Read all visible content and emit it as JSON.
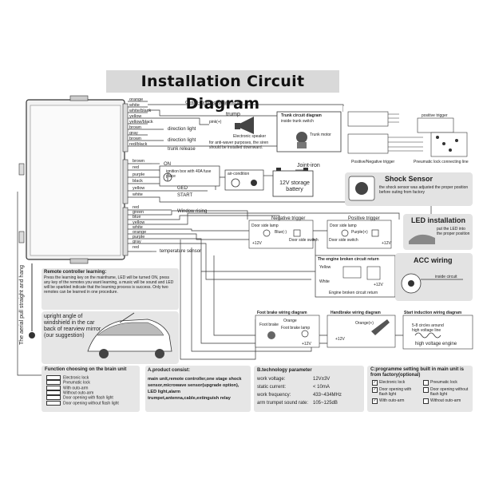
{
  "title": "Installation Circuit Diagram",
  "wires_top": [
    "orange",
    "white",
    "white/black",
    "yellow",
    "yellow/black",
    "brown",
    "gray",
    "brown",
    "red/black"
  ],
  "central_lock_label": "Central-controlock arranging line",
  "trunk_box_title": "Trunk circuit diagram",
  "trunk_box_sub": "inside trunk switch",
  "trunk_box_motor": "Trunk motor",
  "trump_label": "trump",
  "trump_pink": "pink(+)",
  "electronic_speaker": "Electronic speaker",
  "trump_note": "for anti-waver purposes, the siren should be installed downward.",
  "direction_light_1": "direction light",
  "direction_light_2": "direction light",
  "trunk_release": "trunk release",
  "pos_neg_trigger": "Positive/Negative trigger",
  "positive_trigger_small": "positive trigger",
  "pneumatic_lock": "Pneumatic lock connecting line",
  "wires_mid": [
    "brown",
    "red",
    "purple",
    "black",
    "yellow",
    "white"
  ],
  "on_label": "ON",
  "ignition_label": "ignition box with 40A fuse place",
  "air_condition": "air-condition",
  "ged_label": "GED",
  "start_label": "START",
  "joint_iron": "Joint-iron",
  "battery_label": "12V storage battery",
  "shock_title": "Shock Sensor",
  "shock_text": "the shock sensor was adjusted the proper position before outing from factory",
  "window_rising": "Window rising",
  "wires_low": [
    "red",
    "green",
    "blue",
    "yellow",
    "white",
    "orange",
    "purple",
    "gray",
    "red"
  ],
  "neg_trigger": "Negative trigger",
  "door_side_lamp_1": "Door side lamp",
  "blue_minus": "Blue(-)",
  "door_side_switch_1": "Door side switch",
  "plus12v_1": "+12V",
  "pos_trigger": "Positive trigger",
  "door_side_lamp_2": "Door side lamp",
  "purple_plus": "Purple(+)",
  "door_side_switch_2": "Door side switch",
  "plus12v_2": "+12V",
  "led_title": "LED installation",
  "led_text": "put the LED into the proper position",
  "temp_sensor": "temperature sensor",
  "engine_box_title": "The engine broken circuit return",
  "yellow_label": "Yellow",
  "white_label": "White",
  "engine_footer": "Engine broken circuit return",
  "engine_12v": "+12V",
  "acc_title": "ACC wiring",
  "inside_circuit": "inside circuit",
  "remote_title": "Remote controller learning:",
  "remote_text": "Press the learning key on the mainframe, LED will be turned ON, press any key of the remotes you want learning, a music will be sound and LED will be sparkled indicate that the learning process is success. Only two remotes can be learned in one procedure.",
  "aerial_label": "The aerial pull straight and hang",
  "upright_text": "upright angle of windshield in the car back of rearview mirror (our suggestion)",
  "foot_brake_title": "Foot brake wiring diagram",
  "foot_brake": "Foot brake",
  "orange_small": "Orange",
  "foot_brake_lamp": "Foot brake lamp",
  "plus12v_3": "+12V",
  "hand_brake_title": "Handbrake wiring diagram",
  "orange_plus": "Orange(+)",
  "plus12v_4": "+12V",
  "start_ind_title": "Start induction wiring diagram",
  "start_ind_text": "5-8 circles around high voltage line",
  "high_voltage": "high voltage engine",
  "func_title": "Function choosing on the brain unit",
  "func_items": [
    "Electronic lock",
    "Pneumatic lock",
    "With outo-arm",
    "Without outo-arm",
    "Door opening with flash light",
    "Door opening without flash light"
  ],
  "prod_title": "A.product consist:",
  "prod_text": "main unit,remote controller,one stage shock sensor,microwave sensor(upgrade option), LED light,alarm trumpet,antenna,cable,extinguish relay",
  "tech_title": "B.technology parameter",
  "tech_rows": [
    {
      "k": "work voltage:",
      "v": "12V±3V"
    },
    {
      "k": "static current:",
      "v": "< 10mA"
    },
    {
      "k": "work frequency:",
      "v": "433~434MHz"
    },
    {
      "k": "arm trumpet sound rate:",
      "v": "105~125dB"
    }
  ],
  "prog_title": "C:programme setting built in main unit is from factory(optional)",
  "prog_items": [
    {
      "label": "Electronic lock",
      "checked": true
    },
    {
      "label": "Pneumatic lock",
      "checked": false
    },
    {
      "label": "Door opening with flash light",
      "checked": true
    },
    {
      "label": "Door opening without flash light",
      "checked": false
    },
    {
      "label": "With outo-arm",
      "checked": true
    },
    {
      "label": "Without outo-arm",
      "checked": false
    }
  ]
}
